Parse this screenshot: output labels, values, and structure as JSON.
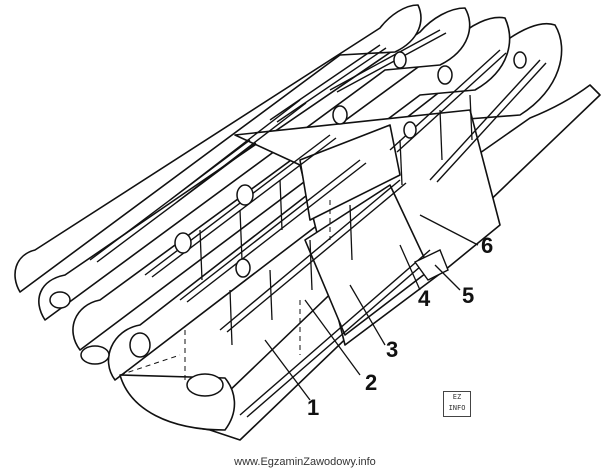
{
  "labels": [
    "1",
    "2",
    "3",
    "4",
    "5",
    "6"
  ],
  "stamp": {
    "line1": "EZ",
    "line2": "INFO"
  },
  "footer": {
    "text": "www.EgzaminZawodowy.info"
  }
}
